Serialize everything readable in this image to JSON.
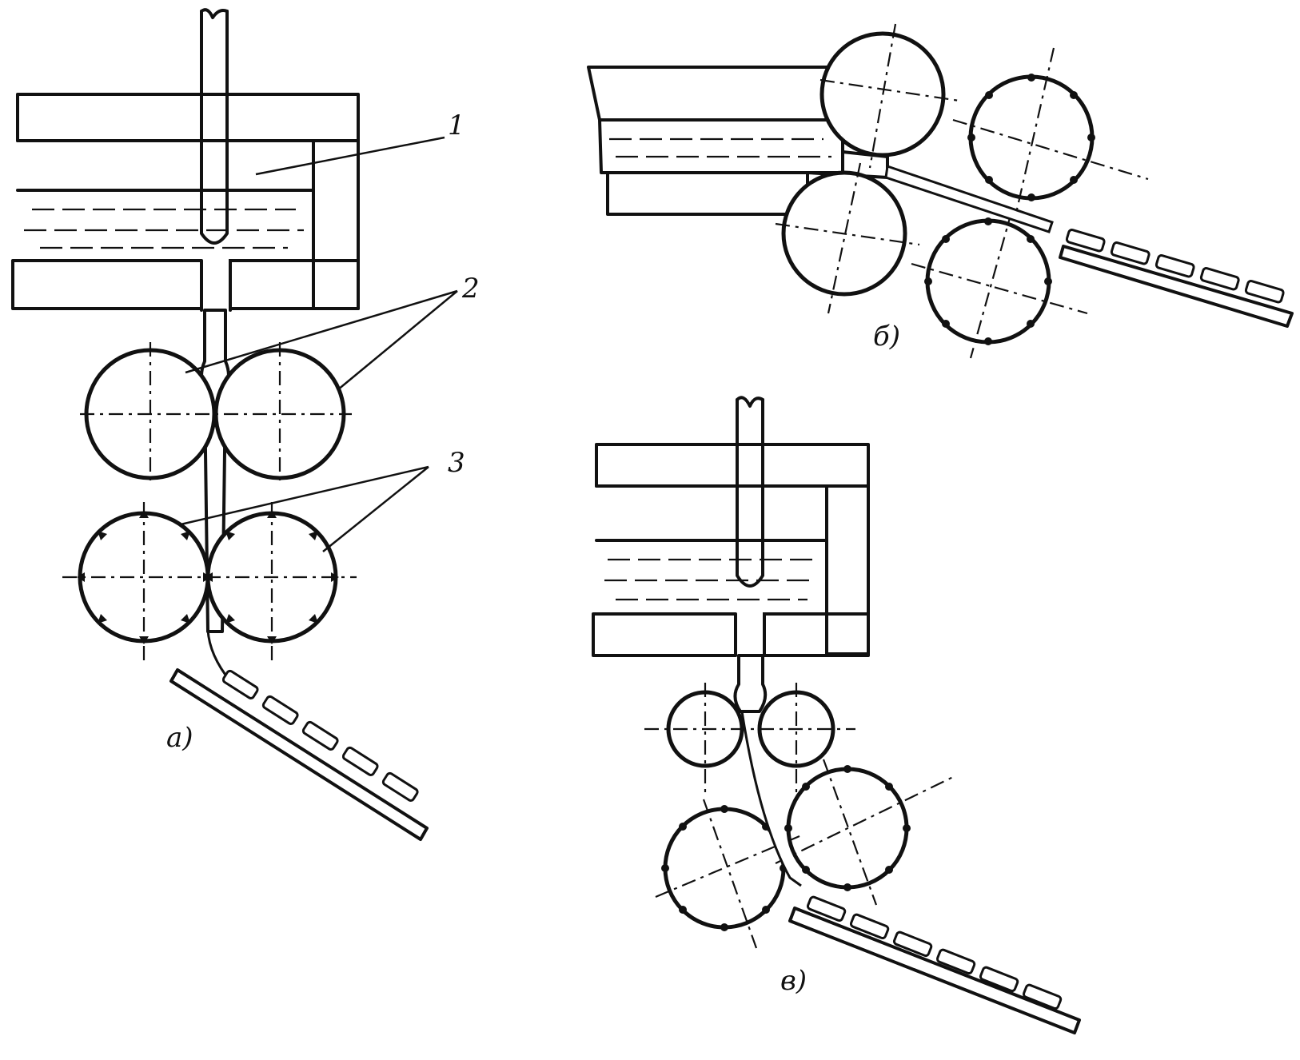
{
  "figure": {
    "labels": {
      "l1": "1",
      "l2": "2",
      "l3": "3",
      "a": "а)",
      "b": "б)",
      "v": "в)"
    },
    "colors": {
      "ink": "#111111",
      "paper": "#ffffff"
    }
  }
}
